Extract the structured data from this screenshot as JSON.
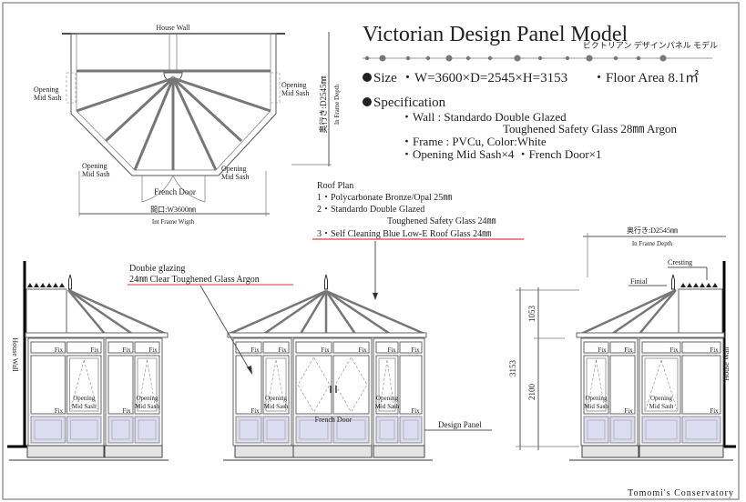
{
  "title": "Victorian Design Panel Model",
  "subtitle_jp": "ビクトリアン デザインパネル モデル",
  "size": {
    "label": "Size",
    "value": "・W=3600×D=2545×H=3153",
    "floor_area": "・Floor Area 8.1㎡"
  },
  "specification": {
    "label": "Specification",
    "wall_1": "・Wall : Standardo Double Glazed",
    "wall_2": "Toughened Safety Glass  28㎜  Argon",
    "frame": "・Frame : PVCu, Color:White",
    "counts": "・Opening Mid Sash×4  ・French Door×1"
  },
  "roof_plan": {
    "heading": "Roof Plan",
    "item_1": "1・Polycarbonate  Bronze/Opal 25㎜",
    "item_2a": "2・Standardo Double Glazed",
    "item_2b": "Toughened Safety Glass 24㎜",
    "item_3": "3・Self Cleaning Blue Low-E Roof Glass 24㎜"
  },
  "plan_view": {
    "house_wall": "House Wall",
    "opening": "Opening",
    "mid_sash": "Mid Sash",
    "french_door": "French Door",
    "width_jp": "間口:W3600㎜",
    "width_en": "Int Frame Wigth",
    "depth_jp": "奥行き:D2545㎜",
    "depth_en": "In Frame Depth"
  },
  "elevations": {
    "house_wall": "House Wall",
    "fix": "Fix",
    "opening": "Opening",
    "mid_sash": "Mid Sash",
    "french_door": "French Door",
    "glazing_1": "Doubie glazing",
    "glazing_2": "24㎜ Clear Toughened Glass Argon",
    "design_panel": "Design Panel",
    "finial": "Finial",
    "cresting": "Cresting",
    "depth_jp": "奥行き:D2545㎜",
    "depth_en": "In Frame Depth",
    "h_total": "3153",
    "h_roof": "1053",
    "h_wall": "2100"
  },
  "footer": "Tomomi's Conservatory",
  "colors": {
    "accent_underline": "#e06060",
    "panel": "#dcdcf0"
  }
}
